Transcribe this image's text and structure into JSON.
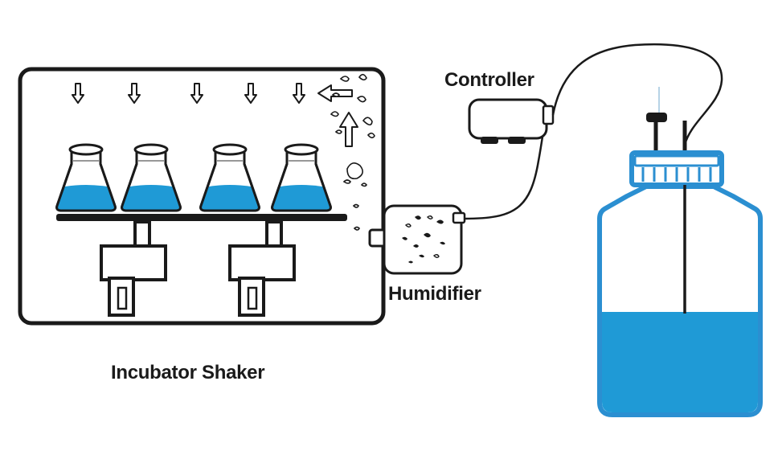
{
  "labels": {
    "controller": "Controller",
    "humidifier": "Humidifier",
    "incubator": "Incubator Shaker"
  },
  "colors": {
    "line": "#1a1a1a",
    "liquid": "#1f9ad6",
    "bottle": "#2b8fd1",
    "background": "#ffffff"
  },
  "icons": {
    "flask": "erlenmeyer-flask-icon",
    "down_arrow": "down-arrow-icon",
    "up_arrow": "up-arrow-icon",
    "left_arrow": "left-arrow-icon",
    "humidifier": "humidifier-icon",
    "controller": "controller-icon",
    "bottle": "water-bottle-icon"
  }
}
